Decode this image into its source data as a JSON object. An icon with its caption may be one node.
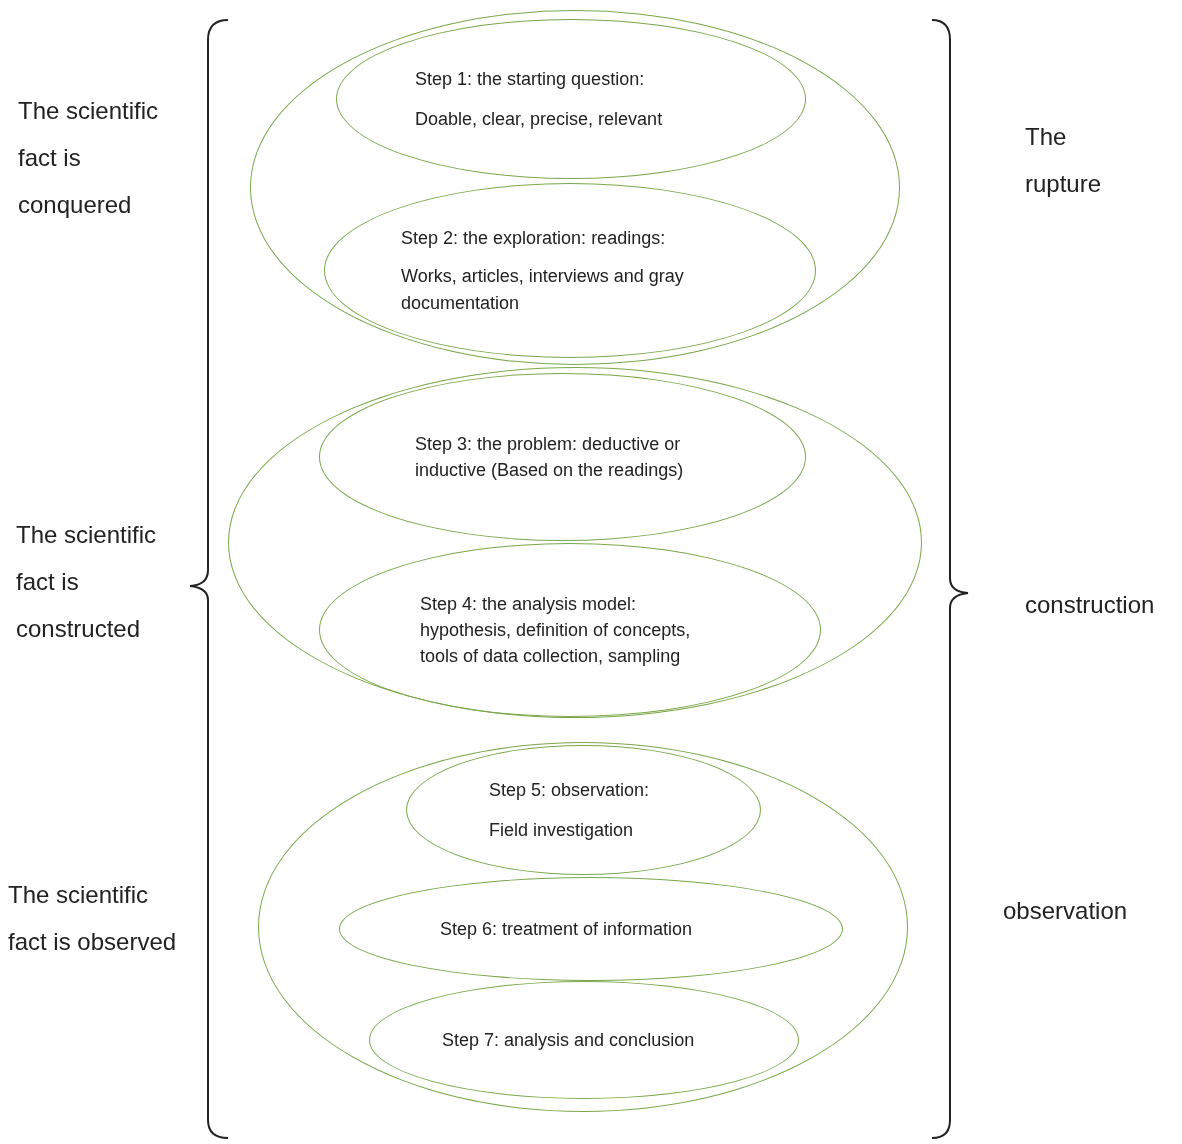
{
  "diagram": {
    "nodes": [
      {
        "text": [],
        "shape": "ellipse"
      },
      {
        "text": [
          "Step 1: the starting question:",
          "Doable, clear, precise, relevant"
        ],
        "in": 0
      },
      {
        "text": [
          "Step 2: the exploration: readings:",
          "Works, articles, interviews and gray documentation"
        ],
        "in": 0
      },
      {
        "text": [],
        "shape": "ellipse"
      },
      {
        "text": [
          "Step 3: the problem: deductive or inductive (Based on the readings)"
        ],
        "in": 3
      },
      {
        "text": [
          "Step 4: the analysis model: hypothesis, definition of concepts, tools of data collection, sampling"
        ],
        "in": 3
      },
      {
        "text": [],
        "shape": "ellipse"
      },
      {
        "text": [
          "Step 5: observation:",
          "Field investigation"
        ],
        "in": 6
      },
      {
        "text": [
          "Step 6: treatment of information"
        ],
        "in": 6
      },
      {
        "text": [
          "Step 7: analysis and conclusion"
        ],
        "in": 6
      }
    ],
    "labels": [
      "The scientific fact is conquered",
      "The rupture",
      "The scientific fact is constructed",
      "construction",
      "The scientific fact is observed",
      "observation"
    ]
  }
}
